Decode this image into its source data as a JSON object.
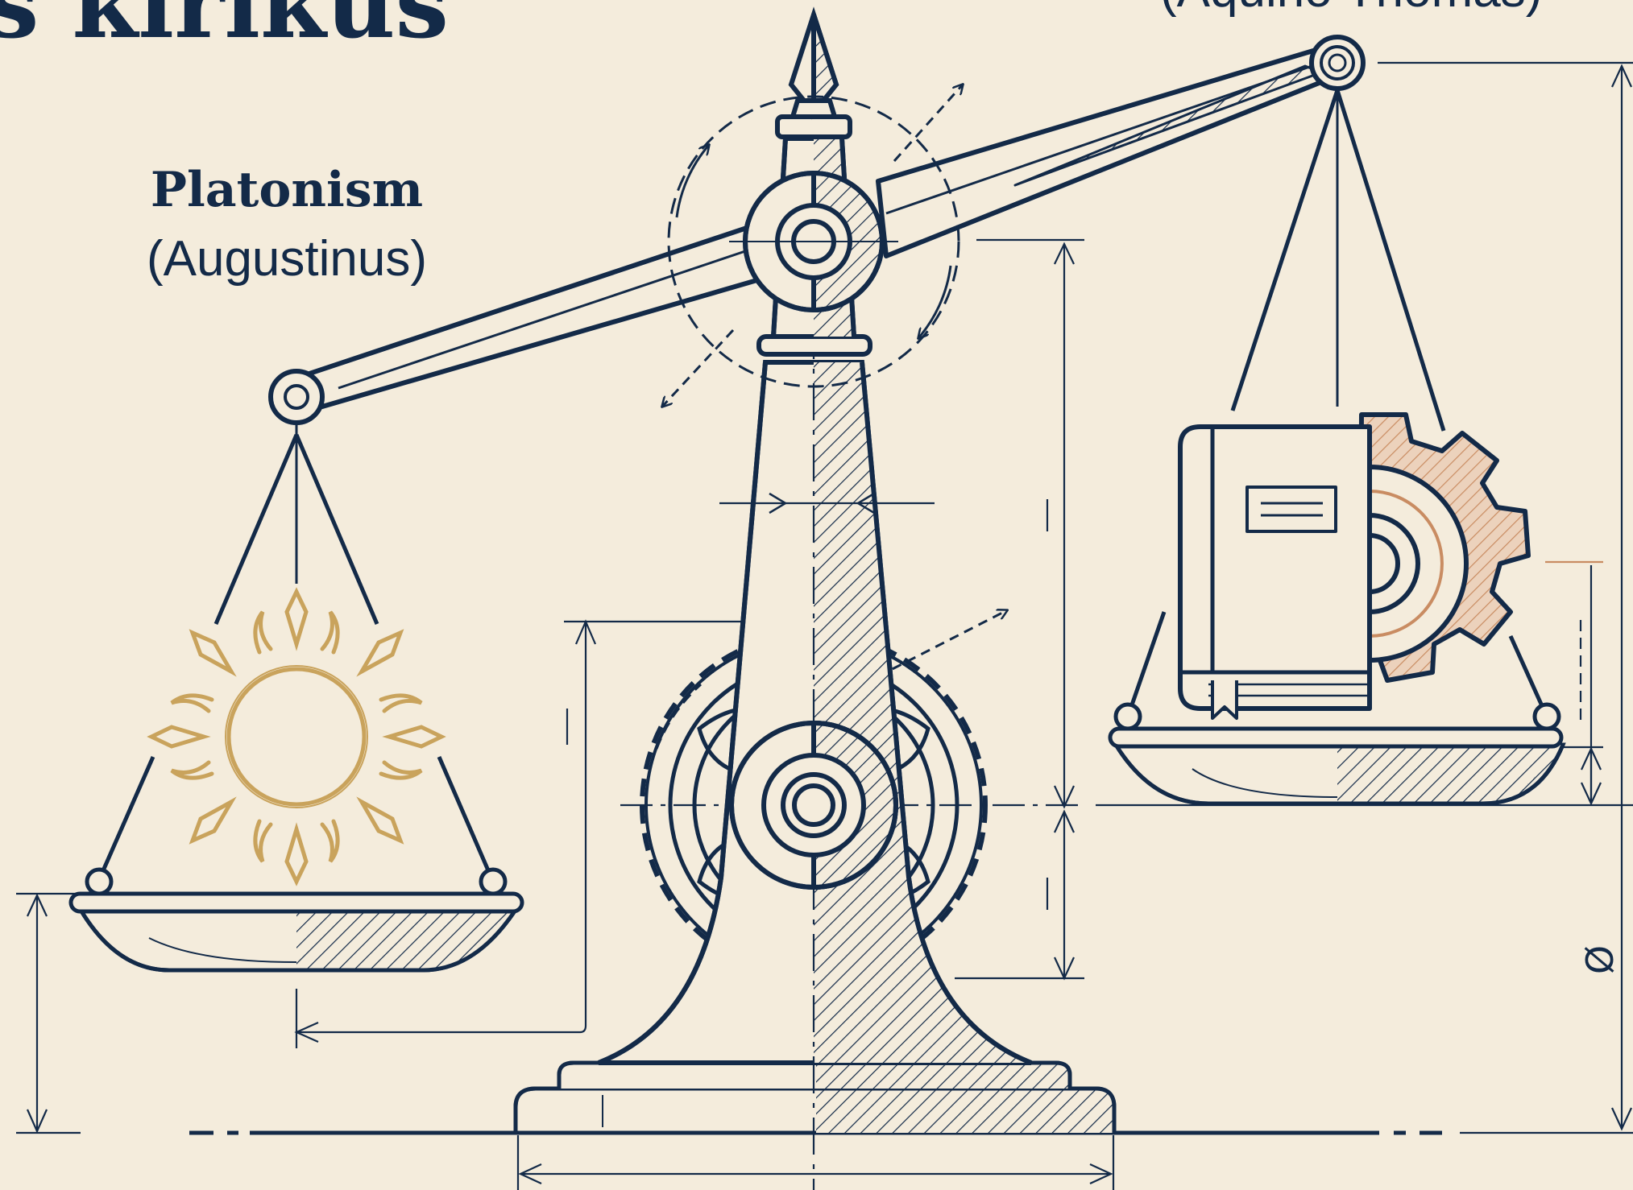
{
  "title": "s kirikus",
  "left_pan": {
    "label": "Platonism",
    "sublabel": "(Augustinus)",
    "symbol": "sun-icon"
  },
  "right_pan": {
    "sublabel_partial": "(Aquino Thomas)",
    "symbols": [
      "book-icon",
      "gear-icon"
    ]
  },
  "dimension_symbol": "Ø",
  "colors": {
    "background": "#f4ecdc",
    "ink": "#132a48",
    "sun": "#c9a35c",
    "gear_accent": "#d9a27e"
  }
}
